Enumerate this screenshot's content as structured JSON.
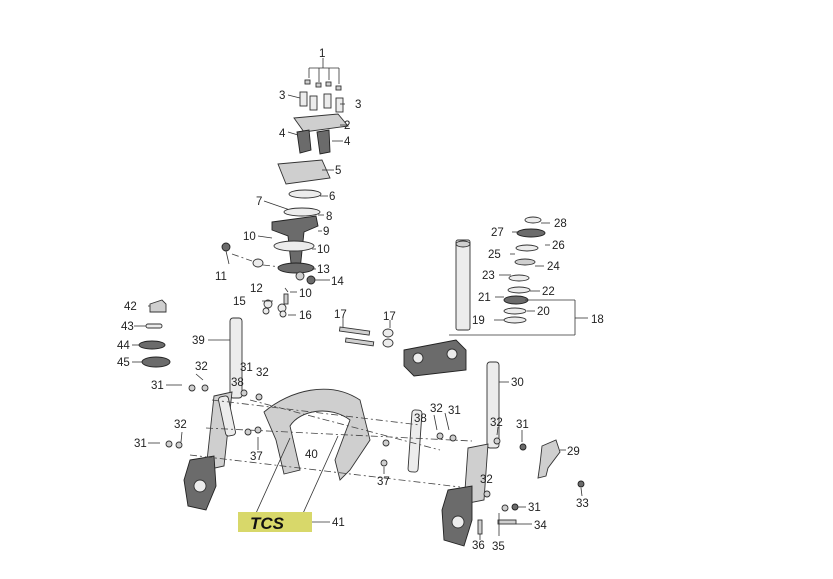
{
  "logo": {
    "text": "TCS",
    "color": "#d8d86a"
  },
  "callouts": [
    {
      "id": "c1",
      "text": "1"
    },
    {
      "id": "c2",
      "text": "2"
    },
    {
      "id": "c3a",
      "text": "3"
    },
    {
      "id": "c3b",
      "text": "3"
    },
    {
      "id": "c4a",
      "text": "4"
    },
    {
      "id": "c4b",
      "text": "4"
    },
    {
      "id": "c5",
      "text": "5"
    },
    {
      "id": "c6",
      "text": "6"
    },
    {
      "id": "c7",
      "text": "7"
    },
    {
      "id": "c8",
      "text": "8"
    },
    {
      "id": "c9",
      "text": "9"
    },
    {
      "id": "c10a",
      "text": "10"
    },
    {
      "id": "c10b",
      "text": "10"
    },
    {
      "id": "c10c",
      "text": "10"
    },
    {
      "id": "c11",
      "text": "11"
    },
    {
      "id": "c12",
      "text": "12"
    },
    {
      "id": "c13",
      "text": "13"
    },
    {
      "id": "c14",
      "text": "14"
    },
    {
      "id": "c15",
      "text": "15"
    },
    {
      "id": "c16",
      "text": "16"
    },
    {
      "id": "c17a",
      "text": "17"
    },
    {
      "id": "c17b",
      "text": "17"
    },
    {
      "id": "c18",
      "text": "18"
    },
    {
      "id": "c19",
      "text": "19"
    },
    {
      "id": "c20",
      "text": "20"
    },
    {
      "id": "c21",
      "text": "21"
    },
    {
      "id": "c22",
      "text": "22"
    },
    {
      "id": "c23",
      "text": "23"
    },
    {
      "id": "c24",
      "text": "24"
    },
    {
      "id": "c25",
      "text": "25"
    },
    {
      "id": "c26",
      "text": "26"
    },
    {
      "id": "c27",
      "text": "27"
    },
    {
      "id": "c28",
      "text": "28"
    },
    {
      "id": "c29",
      "text": "29"
    },
    {
      "id": "c30",
      "text": "30"
    },
    {
      "id": "c31a",
      "text": "31"
    },
    {
      "id": "c31b",
      "text": "31"
    },
    {
      "id": "c31c",
      "text": "31"
    },
    {
      "id": "c31d",
      "text": "31"
    },
    {
      "id": "c31e",
      "text": "31"
    },
    {
      "id": "c31f",
      "text": "31"
    },
    {
      "id": "c32a",
      "text": "32"
    },
    {
      "id": "c32b",
      "text": "32"
    },
    {
      "id": "c32c",
      "text": "32"
    },
    {
      "id": "c32d",
      "text": "32"
    },
    {
      "id": "c32e",
      "text": "32"
    },
    {
      "id": "c32f",
      "text": "32"
    },
    {
      "id": "c33",
      "text": "33"
    },
    {
      "id": "c34",
      "text": "34"
    },
    {
      "id": "c35",
      "text": "35"
    },
    {
      "id": "c36",
      "text": "36"
    },
    {
      "id": "c37a",
      "text": "37"
    },
    {
      "id": "c37b",
      "text": "37"
    },
    {
      "id": "c38a",
      "text": "38"
    },
    {
      "id": "c38b",
      "text": "38"
    },
    {
      "id": "c39",
      "text": "39"
    },
    {
      "id": "c40",
      "text": "40"
    },
    {
      "id": "c41",
      "text": "41"
    },
    {
      "id": "c42",
      "text": "42"
    },
    {
      "id": "c43",
      "text": "43"
    },
    {
      "id": "c44",
      "text": "44"
    },
    {
      "id": "c45",
      "text": "45"
    }
  ]
}
